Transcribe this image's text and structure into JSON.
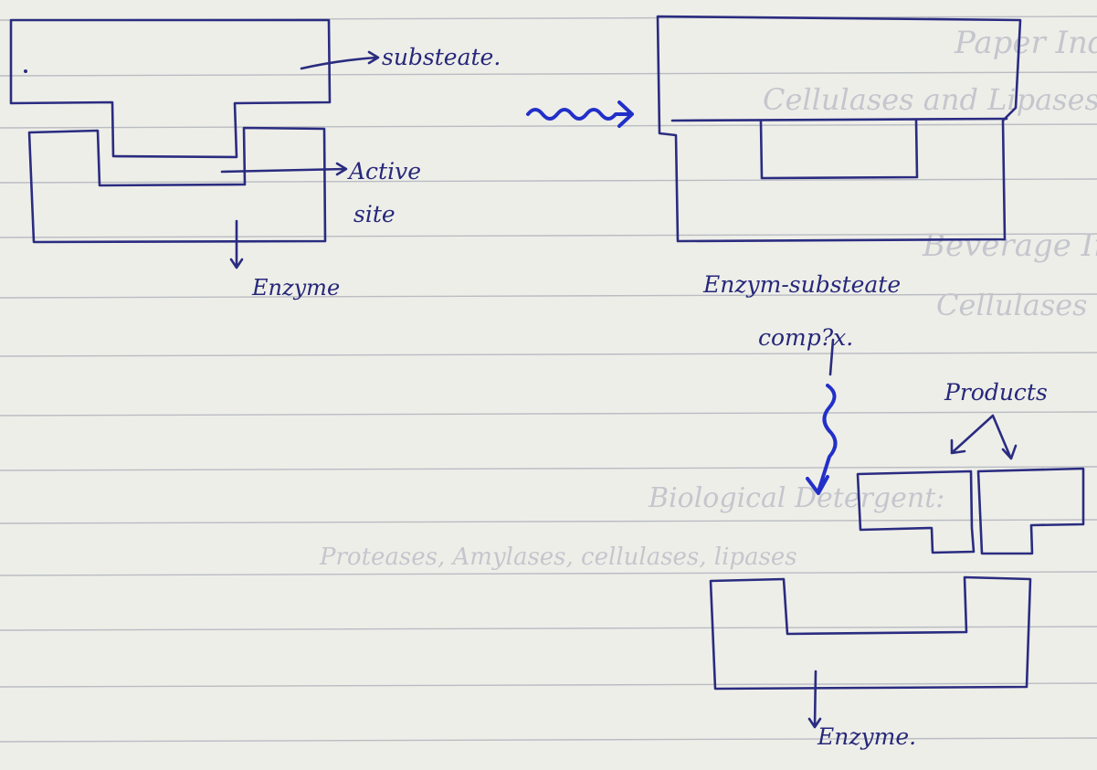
{
  "diagram": {
    "stage1": {
      "substrate_label": "substeate.",
      "active_site_label_line1": "Active",
      "active_site_label_line2": "site",
      "enzyme_label": "Enzyme"
    },
    "stage2": {
      "complex_label_line1": "Enzym-substeate",
      "complex_label_line2": "comp?x."
    },
    "stage3": {
      "products_label": "Products",
      "enzyme_label": "Enzyme."
    },
    "colors": {
      "ink": "#2a2c80",
      "blue_arrow": "#2230c8",
      "paper": "#eeeee9",
      "rule_lines": "#b9bcc2"
    }
  },
  "background_notes": {
    "line1": "Paper Industry:",
    "line2": "Cellulases and Lipases",
    "line3": "Beverage Industry:",
    "line4": "Cellulases",
    "line5": "Biological Detergent:",
    "line6": "Proteases, Amylases, cellulases, lipases"
  }
}
